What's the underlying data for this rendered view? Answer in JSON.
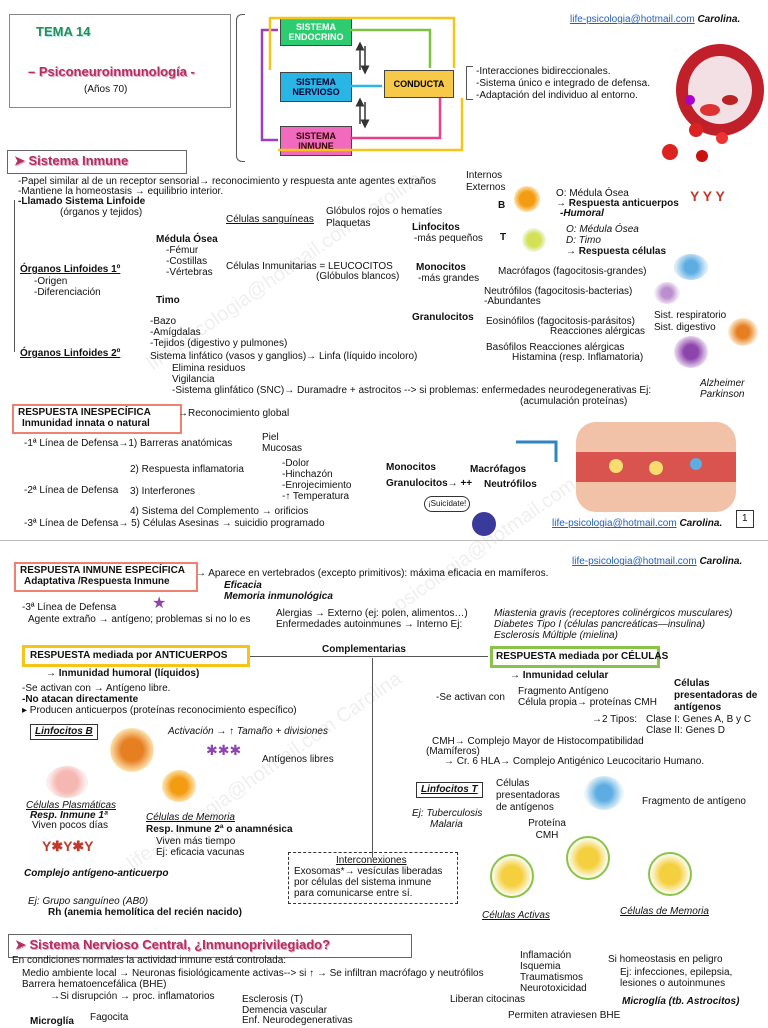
{
  "header": {
    "tema": "TEMA 14",
    "title": "– Psiconeuroinmunología -",
    "years": "(Años 70)",
    "email": "life-psicologia@hotmail.com",
    "author": "Carolina."
  },
  "diagram": {
    "endocrino": "SISTEMA ENDOCRINO",
    "nervioso": "SISTEMA NERVIOSO",
    "inmune": "SISTEMA INMUNE",
    "conducta": "CONDUCTA",
    "points": [
      "-Interacciones bidireccionales.",
      "-Sistema único e integrado de defensa.",
      "-Adaptación del individuo al entorno."
    ]
  },
  "sistema_inmune": {
    "heading": "Sistema Inmune",
    "l1": "-Papel similar al de un receptor sensorial→ reconocimiento y respuesta ante agentes extraños",
    "internos": "Internos",
    "externos": "Externos",
    "l2": "-Mantiene la homeostasis → equilibrio interior.",
    "l3": "-Llamado Sistema Linfoide",
    "l4": "(órganos y tejidos)",
    "organos1": "Órganos Linfoides 1º",
    "origen": "-Origen",
    "diferenciacion": "-Diferenciación",
    "medula": "Médula Ósea",
    "femur": "-Fémur",
    "costillas": "-Costillas",
    "vertebras": "-Vértebras",
    "timo": "Timo",
    "cel_sanguineas": "Células sanguíneas",
    "globulos": "Glóbulos rojos o hematíes",
    "plaquetas": "Plaquetas",
    "cel_inmunitarias": "Células Inmunitarias = LEUCOCITOS",
    "globulos_blancos": "(Glóbulos blancos)",
    "linfocitos": "Linfocitos",
    "mas_pequenos": "-más pequeños",
    "monocitos": "Monocitos",
    "mas_grandes": "-más grandes",
    "granulocitos": "Granulocitos",
    "b": "B",
    "t": "T",
    "b_o": "O: Médula Ósea",
    "b_resp": "→ Respuesta anticuerpos",
    "b_hum": "-Humoral",
    "t_o": "O: Médula Ósea",
    "t_d": "D: Timo",
    "t_resp": "→ Respuesta células",
    "macrofagos": "Macrófagos (fagocitosis-grandes)",
    "neutrofilos": "Neutrófilos (fagocitosis-bacterias)",
    "abundantes": "-Abundantes",
    "eosinofilos": "Eosinófilos (fagocitosis-parásitos)",
    "reacciones": "Reacciones alérgicas",
    "sist_resp": "Sist. respiratorio",
    "sist_dig": "Sist. digestivo",
    "basofilos": "Basófilos Reacciones alérgicas",
    "histamina": "Histamina (resp. Inflamatoria)",
    "organos2": "Órganos Linfoides 2º",
    "bazo": "-Bazo",
    "amigdalas": "-Amígdalas",
    "tejidos": "-Tejidos (digestivo y pulmones)",
    "linfatico": "Sistema linfático (vasos y ganglios)→ Linfa (líquido incoloro)",
    "elimina": "Elimina residuos",
    "vigilancia": "Vigilancia",
    "glinfatico": "-Sistema glinfático (SNC)→ Duramadre + astrocitos --> si problemas: enfermedades neurodegenerativas Ej:",
    "acumulacion": "(acumulación proteínas)",
    "alzheimer": "Alzheimer",
    "parkinson": "Parkinson"
  },
  "inespecifica": {
    "title": "RESPUESTA INESPECÍFICA",
    "subtitle": "Inmunidad innata o natural",
    "reconocimiento": "→Reconocimiento global",
    "l1": "-1ª Línea de Defensa→1) Barreras anatómicas",
    "piel": "Piel",
    "mucosas": "Mucosas",
    "l2_label": "-2ª Línea de Defensa",
    "r2": "2) Respuesta inflamatoria",
    "r3": "3) Interferones",
    "r4": "4) Sistema del Complemento → orificios",
    "dolor": "-Dolor",
    "hinchazon": "-Hinchazón",
    "enrojecimiento": "-Enrojecimiento",
    "temperatura": "-↑ Temperatura",
    "monocitos": "Monocitos",
    "granulocitos": "Granulocitos→ ++",
    "macrofagos": "Macrófagos",
    "neutrofilos": "Neutrófilos",
    "l3": "-3ª Línea de Defensa→ 5) Células Asesinas → suicidio programado",
    "suicidate": "¡Suicídate!",
    "page": "1"
  },
  "especifica": {
    "title": "RESPUESTA INMUNE ESPECÍFICA",
    "subtitle": "Adaptativa /Respuesta Inmune",
    "aparece": "→ Aparece en vertebrados (excepto primitivos): máxima eficacia en mamíferos.",
    "eficacia": "Eficacia",
    "memoria": "Memoria inmunológica",
    "l3": "-3ª Línea de Defensa",
    "agente": "Agente extraño → antígeno; problemas si no lo es",
    "alergias": "Alergias → Externo (ej: polen, alimentos…)",
    "autoinmunes": "Enfermedades autoinmunes → Interno Ej:",
    "miastenia": "Miastenia gravis (receptores colinérgicos musculares)",
    "diabetes": "Diabetes Tipo I (células pancreáticas—insulina)",
    "esclerosis": "Esclerosis Múltiple (mielina)",
    "complementarias": "Complementarias"
  },
  "anticuerpos": {
    "title": "RESPUESTA mediada por ANTICUERPOS",
    "humoral": "→ Inmunidad humoral (líquidos)",
    "l1": "-Se activan con → Antígeno libre.",
    "l2": "-No atacan directamente",
    "l3": "▸ Producen anticuerpos (proteínas reconocimiento específico)",
    "linfocitos_b": "Linfocitos B",
    "activacion": "Activación → ↑ Tamaño + divisiones",
    "antigenos": "Antígenos libres",
    "plasmaticas": "Células Plasmáticas",
    "resp1": "Resp. Inmune 1ª",
    "viven_pocos": "Viven pocos días",
    "memoria": "Células de Memoria",
    "resp2": "Resp. Inmune 2ª o anamnésica",
    "viven_mas": "Viven más tiempo",
    "ej_vacunas": "Ej: eficacia vacunas",
    "complejo": "Complejo antígeno-anticuerpo",
    "ej_grupo": "Ej: Grupo sanguíneo (AB0)",
    "rh": "Rh (anemia hemolítica del recién nacido)"
  },
  "celulas": {
    "title": "RESPUESTA mediada por CÉLULAS",
    "celular": "→ Inmunidad celular",
    "se_activan": "-Se activan con",
    "fragmento": "Fragmento Antígeno",
    "celula_propia": "Célula propia→ proteínas CMH",
    "presentadoras": "Células presentadoras de antígenos",
    "tipos": "→2 Tipos:",
    "clase1": "Clase I: Genes A, B y C",
    "clase2": "Clase II: Genes D",
    "cmh": "CMH→ Complejo Mayor de Histocompatibilidad",
    "mamiferos": "(Mamíferos)",
    "cr6": "→ Cr. 6 HLA→ Complejo Antigénico Leucocitario Humano.",
    "linfocitos_t": "Linfocitos T",
    "ej_tb": "Ej: Tuberculosis",
    "malaria": "Malaria",
    "cel_pres": "Células presentadoras de antígenos",
    "fragmento_ag": "Fragmento de antígeno",
    "proteina_cmh": "Proteína CMH",
    "activas": "Células Activas",
    "cel_memoria": "Células de Memoria",
    "interconexiones": "Interconexiones",
    "exosomas": "Exosomas*→ vesículas liberadas por células del sistema inmune para comunicarse entre sí."
  },
  "snc": {
    "heading": "Sistema Nervioso Central, ¿Inmunoprivilegiado?",
    "l1": "En condiciones normales la actividad inmune está controlada:",
    "l2": "Medio ambiente local → Neuronas fisiológicamente activas--> si ↑ → Se infiltran macrófago y neutrófilos",
    "l3": "Barrera hematoencefálica (BHE)",
    "l4": "→Si disrupción → proc. inflamatorios",
    "inflamacion": "Inflamación",
    "isquemia": "Isquemia",
    "traumatismos": "Traumatismos",
    "neurotoxicidad": "Neurotoxicidad",
    "homeostasis": "Si homeostasis en peligro",
    "ej_inf": "Ej: infecciones, epilepsia,",
    "lesiones": "lesiones o autoinmunes",
    "microglia": "Microglía (tb. Astrocitos)",
    "esclerosis": "Esclerosis (T)",
    "demencia": "Demencia vascular",
    "enf_neuro": "Enf. Neurodegenerativas",
    "liberan": "Liberan citocinas",
    "permiten": "Permiten atraviesen BHE",
    "microglia2": "Microglía",
    "fagocita": "Fagocita"
  },
  "colors": {
    "endocrino": "#2ecc71",
    "nervioso": "#29b6e6",
    "inmune": "#f06bbd",
    "conducta": "#f7c948",
    "accent_red": "#c0392b"
  }
}
